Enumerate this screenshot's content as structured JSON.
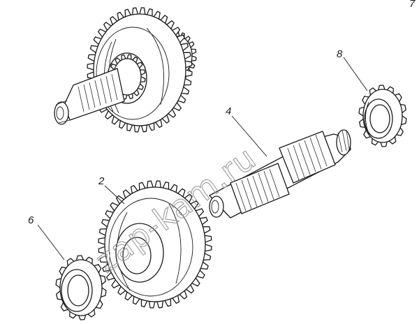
{
  "diagram": {
    "labels": {
      "gear_2": "2",
      "shaft_4": "4",
      "ring_6": "6",
      "ring_8": "8"
    },
    "corner_mark": "7",
    "watermark": "zap-kam.ru"
  }
}
